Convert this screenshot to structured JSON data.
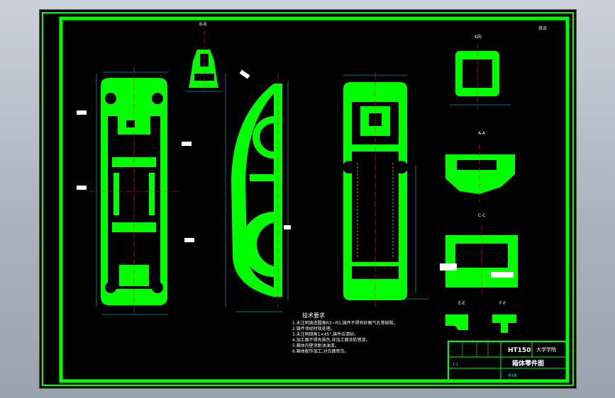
{
  "colors": {
    "frame": "#00ff00",
    "part_fill": "#00ff00",
    "dimension": "#00e5ff",
    "centerline": "#ff2020",
    "hidden": "#ffff00",
    "text": "#ffffff",
    "background": "#000000"
  },
  "views": {
    "detail_a_label": "A-A",
    "detail_c_label": "C-C",
    "detail_e_label": "E-E",
    "detail_f_label": "F-F",
    "top_right_view_label": "K向",
    "top_left_view_label": "B-B",
    "corner_note": "其余"
  },
  "notes": {
    "title": "技术要求",
    "items": [
      "1.未注明铸造圆角R3~R5,铸件不得有砂眼气孔等缺陷。",
      "2.铸件须经时效处理。",
      "3.未注明倒角1×45°,铸件应清砂。",
      "4.加工面不得有损伤,非加工面涂防锈漆。",
      "5.箱体内壁涂耐油油漆。",
      "6.箱体配作加工,对合面密合。"
    ]
  },
  "title_block": {
    "drawing_no": "HT150",
    "school": "大学学院",
    "part_name": "箱体零件图",
    "scale_label": "1:1",
    "sheet_label": "共1张"
  }
}
